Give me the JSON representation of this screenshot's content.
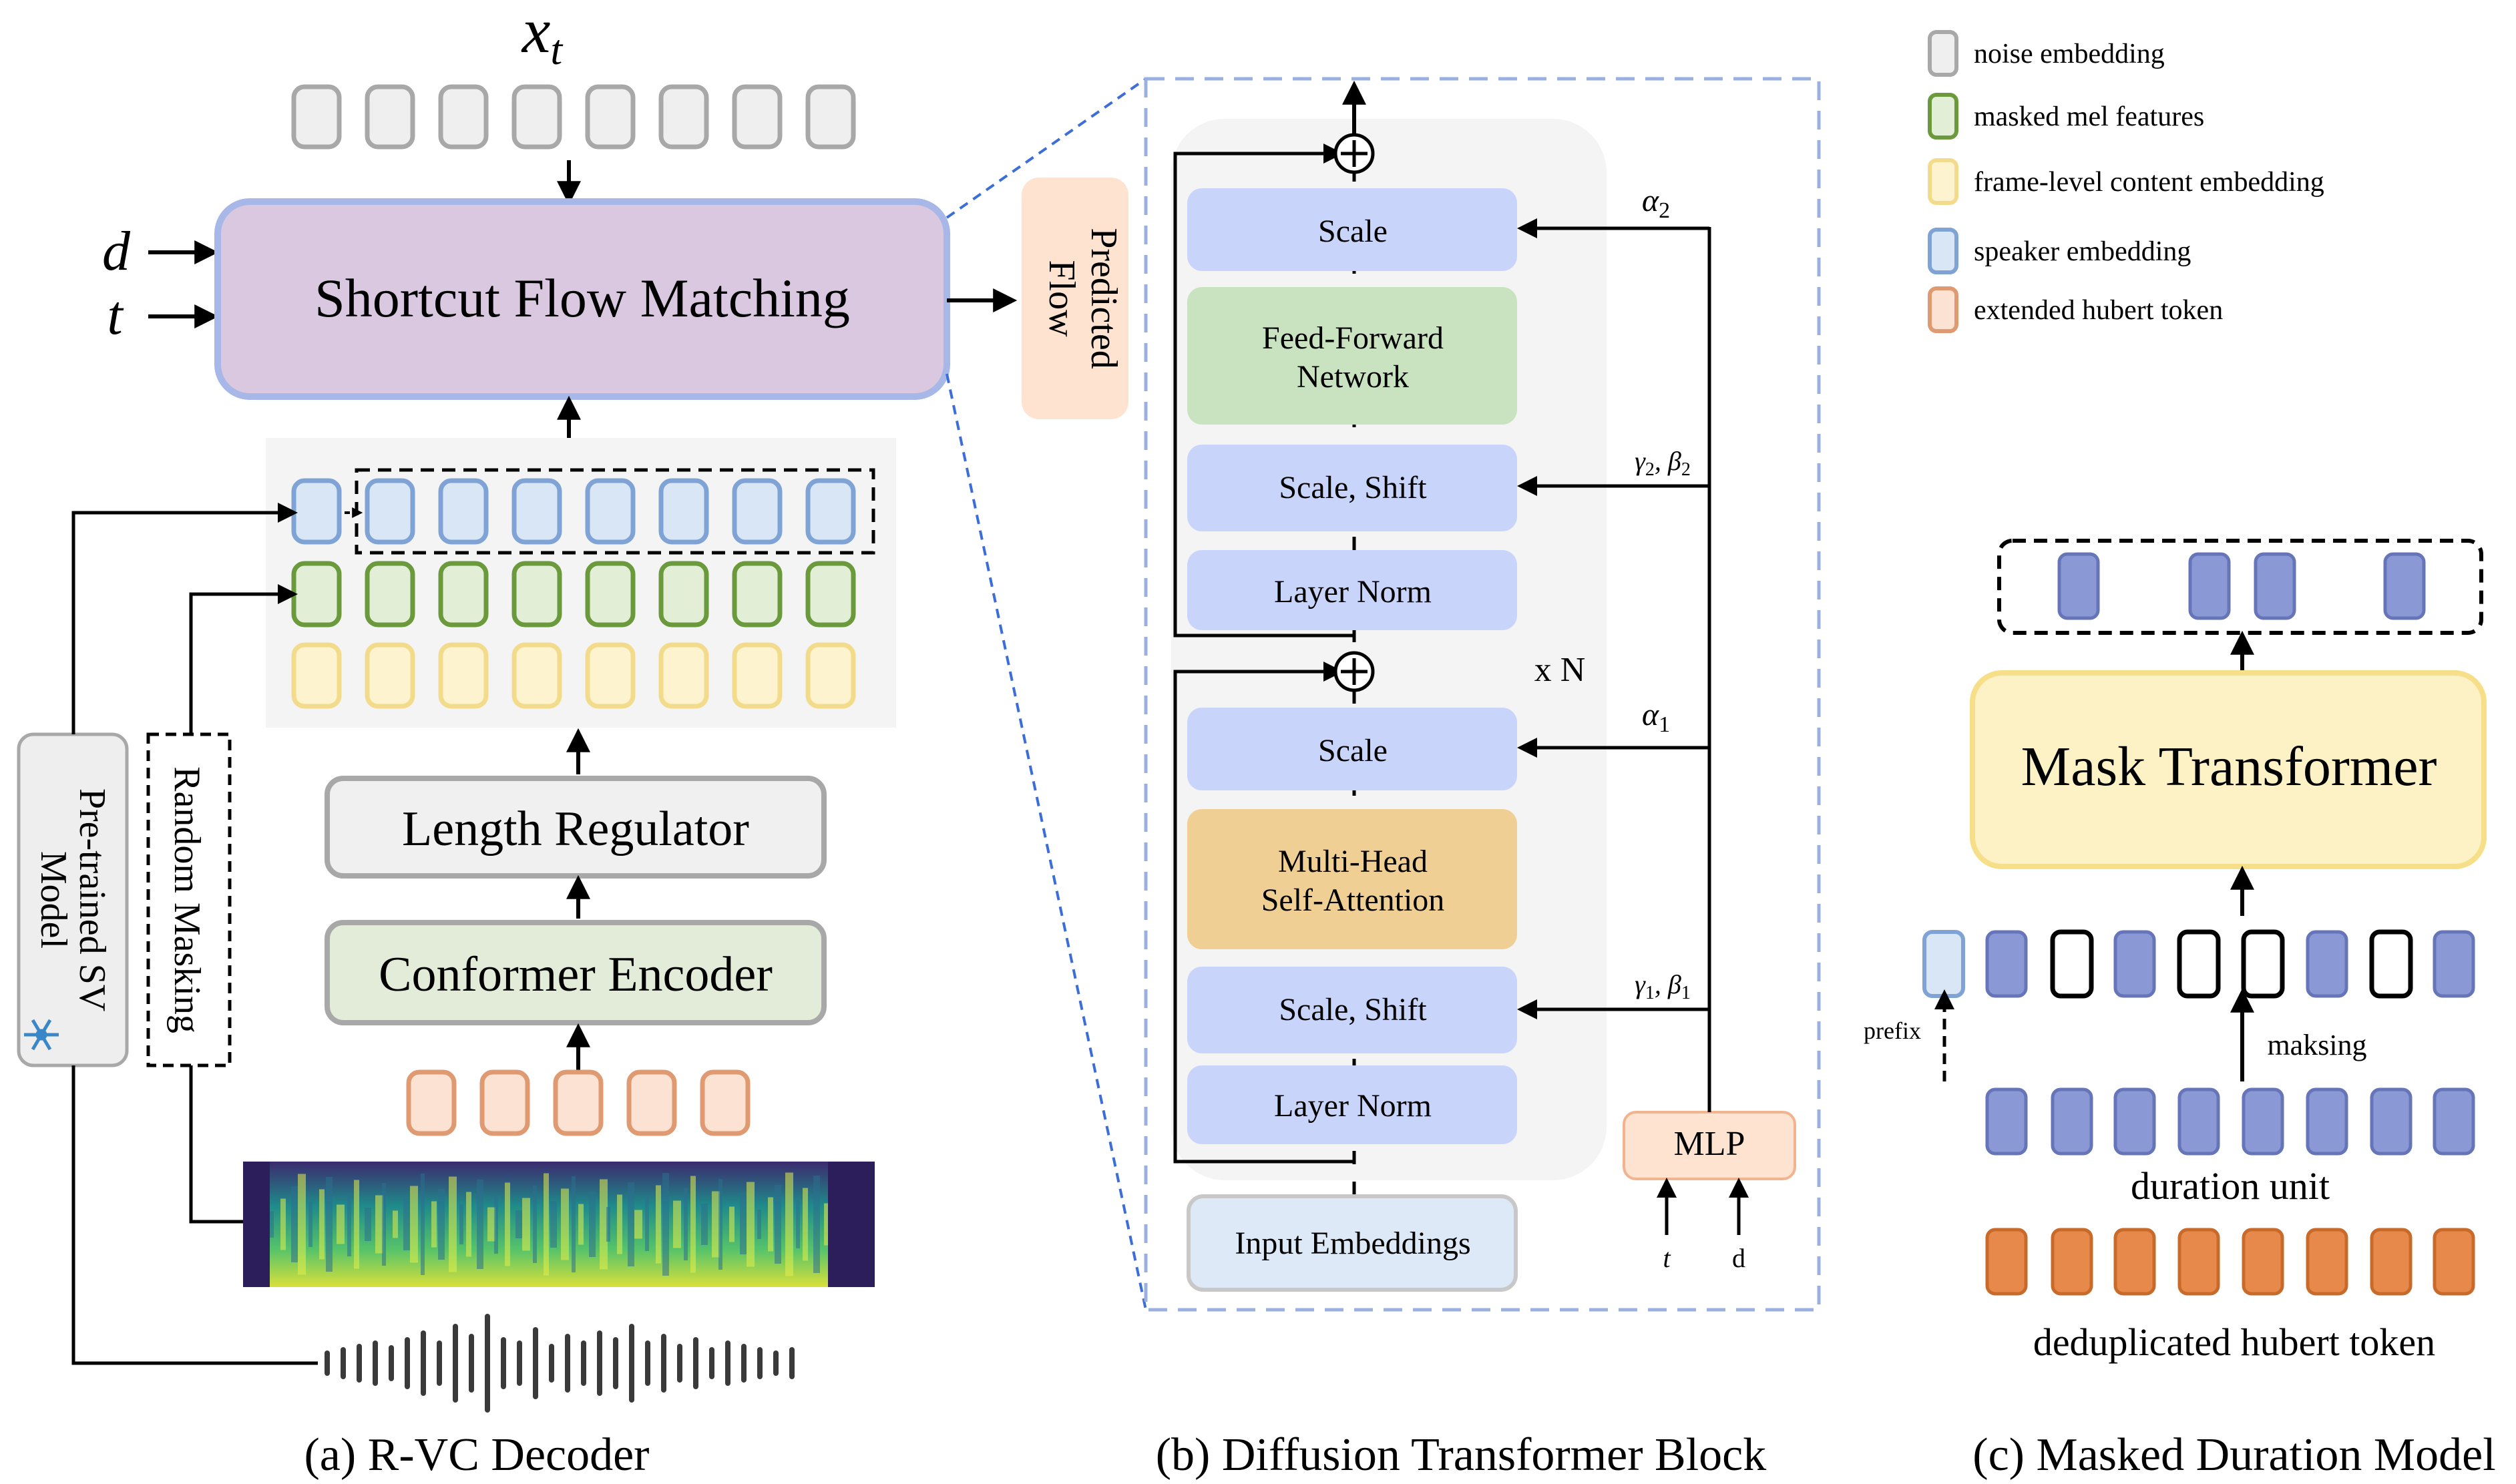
{
  "panel_a": {
    "xt_label": "x",
    "xt_sub": "t",
    "d_label": "d",
    "t_label": "t",
    "sfm_label": "Shortcut Flow Matching",
    "predicted_flow_line1": "Predicted",
    "predicted_flow_line2": "Flow",
    "length_regulator": "Length Regulator",
    "conformer_encoder": "Conformer Encoder",
    "sv_model_line1": "Pre-trained SV",
    "sv_model_line2": "Model",
    "random_masking": "Random Masking",
    "caption": "(a) R-VC Decoder"
  },
  "panel_b": {
    "scale_top": "Scale",
    "ffn_line1": "Feed-Forward",
    "ffn_line2": "Network",
    "scale_shift_top": "Scale, Shift",
    "layer_norm_top": "Layer Norm",
    "xn": "x N",
    "scale_bottom": "Scale",
    "mhsa_line1": "Multi-Head",
    "mhsa_line2": "Self-Attention",
    "scale_shift_bottom": "Scale, Shift",
    "layer_norm_bottom": "Layer Norm",
    "input_embeddings": "Input Embeddings",
    "mlp": "MLP",
    "alpha2": "α",
    "alpha2_sub": "2",
    "gb2": "γ",
    "gb2_sub": "2",
    "gb2_sep": ", β",
    "gb2_sub2": "2",
    "alpha1": "α",
    "alpha1_sub": "1",
    "gb1": "γ",
    "gb1_sub": "1",
    "gb1_sep": ", β",
    "gb1_sub2": "1",
    "t_in": "t",
    "d_in": "d",
    "caption": "(b) Diffusion Transformer Block"
  },
  "panel_c": {
    "mask_transformer": "Mask Transformer",
    "prefix": "prefix",
    "masking": "maksing",
    "duration_unit": "duration unit",
    "dedup_token": "deduplicated hubert token",
    "caption": "(c) Masked Duration Model"
  },
  "legend": [
    {
      "label": "noise embedding",
      "color": "#a8a8a8",
      "fill": "#efefef"
    },
    {
      "label": "masked mel features",
      "color": "#6a9a3c",
      "fill": "#e2efd6"
    },
    {
      "label": "frame-level content embedding",
      "color": "#f2dc8c",
      "fill": "#fdf3cf"
    },
    {
      "label": "speaker embedding",
      "color": "#7fa3d4",
      "fill": "#d8e6f6"
    },
    {
      "label": "extended hubert token",
      "color": "#e09a72",
      "fill": "#fbe2d3"
    }
  ],
  "colors": {
    "sfm_fill": "#d9c8e0",
    "sfm_stroke": "#a7b8e8",
    "dit_block": "#c9d4fa",
    "ffn": "#c9e3c1",
    "mhsa": "#f0cf95",
    "mlp": "#fde3d0",
    "mask_transformer": "#fdf1c6",
    "duration_unit": "#8a99d6",
    "dedup_token": "#e6894a",
    "dashed_blue": "#9ab0e0"
  }
}
